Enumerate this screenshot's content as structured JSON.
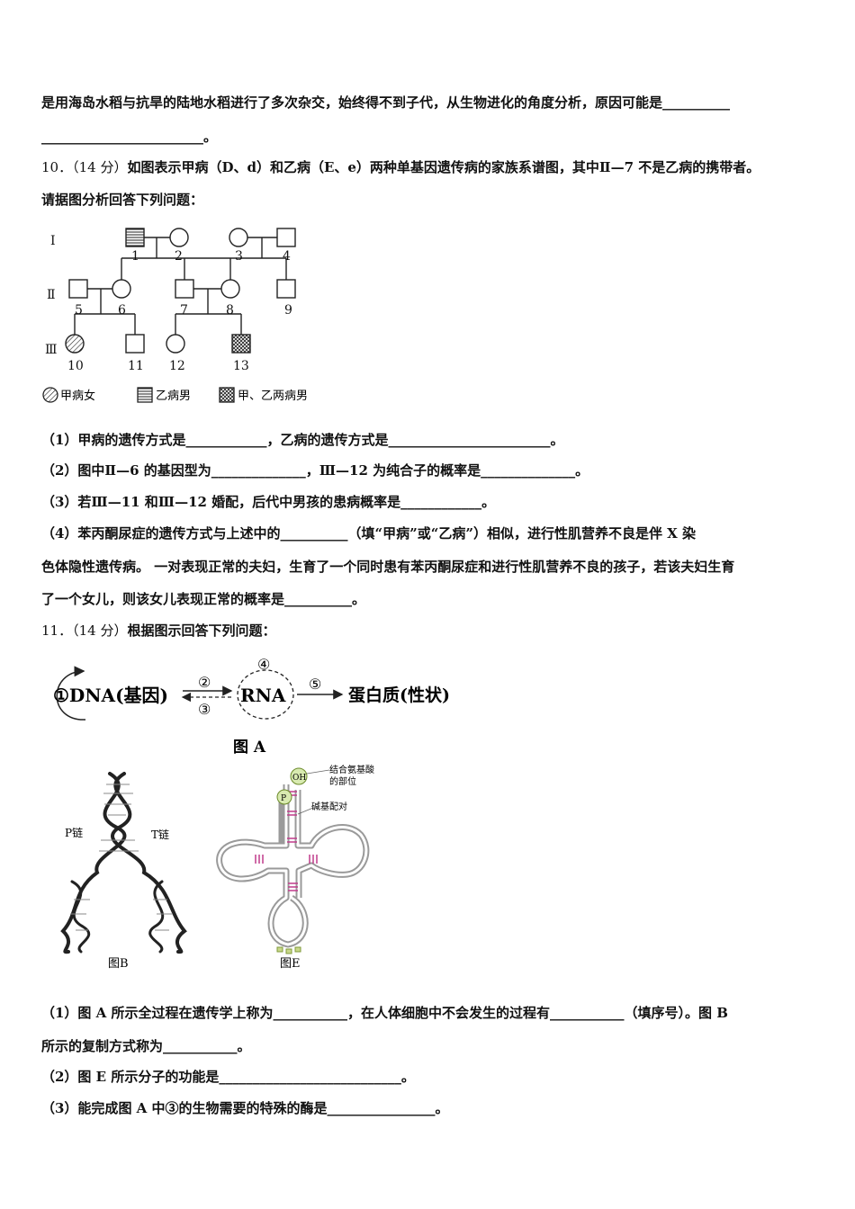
{
  "lines": {
    "l1": "是用海岛水稻与抗旱的陆地水稻进行了多次杂交，始终得不到子代，从生物进化的角度分析，原因可能是__________",
    "l2": "________________________。",
    "q10_num": "10．（14 分）",
    "q10_text": "如图表示甲病（D、d）和乙病（E、e）两种单基因遗传病的家族系谱图，其中Ⅱ—7 不是乙病的携带者。",
    "q10_text2": "请据图分析回答下列问题：",
    "q10_1": "（1）甲病的遗传方式是____________，乙病的遗传方式是________________________。",
    "q10_2": "（2）图中Ⅱ—6 的基因型为______________，Ⅲ—12 为纯合子的概率是______________。",
    "q10_3": "（3）若Ⅲ—11 和Ⅲ—12 婚配，后代中男孩的患病概率是____________。",
    "q10_4a": "（4）苯丙酮尿症的遗传方式与上述中的__________（填“甲病”或“乙病”）相似，进行性肌营养不良是伴 X 染",
    "q10_4b": "色体隐性遗传病。 一对表现正常的夫妇，生育了一个同时患有苯丙酮尿症和进行性肌营养不良的孩子，若该夫妇生育",
    "q10_4c": "了一个女儿，则该女儿表现正常的概率是__________。",
    "q11_num": "11．（14 分）",
    "q11_text": "根据图示回答下列问题：",
    "q11_1a": "（1）图 A 所示全过程在遗传学上称为___________，在人体细胞中不会发生的过程有___________（填序号）。图 B",
    "q11_1b": "所示的复制方式称为___________。",
    "q11_2": "（2）图 E 所示分子的功能是___________________________。",
    "q11_3": "（3）能完成图 A 中③的生物需要的特殊的酶是________________。"
  },
  "pedigree": {
    "gen1": "I",
    "gen2": "Ⅱ",
    "gen3": "Ⅲ",
    "ids": [
      "1",
      "2",
      "3",
      "4",
      "5",
      "6",
      "7",
      "8",
      "9",
      "10",
      "11",
      "12",
      "13"
    ],
    "legend": [
      "甲病女",
      "乙病男",
      "甲、乙两病男"
    ]
  },
  "figA": {
    "dna": "①DNA(基因)",
    "step2": "②",
    "step3": "③",
    "step4": "④",
    "step5": "⑤",
    "rna": "RNA",
    "protein": "蛋白质(性状)",
    "caption": "图 A"
  },
  "figB": {
    "p_chain": "P链",
    "t_chain": "T链",
    "caption": "图B"
  },
  "figE": {
    "oh": "OH",
    "p": "P",
    "aa_site_1": "结合氨基酸",
    "aa_site_2": "的部位",
    "pairing": "碱基配对",
    "caption": "图E"
  }
}
